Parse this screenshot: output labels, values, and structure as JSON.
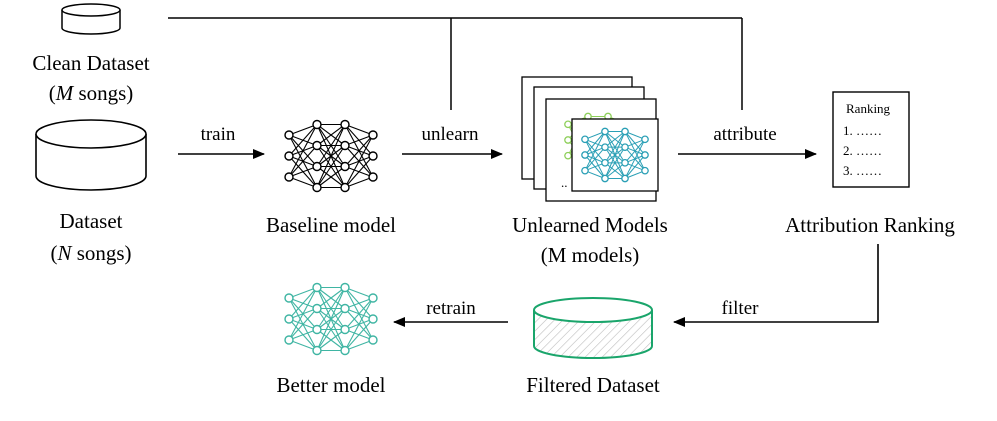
{
  "nodes": {
    "clean_dataset": {
      "title": "Clean Dataset",
      "sub_open": "(",
      "sub_var": "M",
      "sub_rest": " songs)"
    },
    "dataset": {
      "title": "Dataset",
      "sub_open": "(",
      "sub_var": "N",
      "sub_rest": " songs)"
    },
    "baseline_model": {
      "label": "Baseline model"
    },
    "unlearned_models": {
      "label": "Unlearned Models",
      "sub": "(M models)",
      "dots": ".."
    },
    "attribution_ranking": {
      "label": "Attribution Ranking",
      "doc_title": "Ranking",
      "items": [
        "1. ……",
        "2. ……",
        "3. ……"
      ]
    },
    "filtered_dataset": {
      "label": "Filtered Dataset"
    },
    "better_model": {
      "label": "Better model"
    }
  },
  "edges": {
    "train": "train",
    "unlearn": "unlearn",
    "attribute": "attribute",
    "filter": "filter",
    "retrain": "retrain"
  },
  "colors": {
    "black": "#000000",
    "teal": "#2a9fb5",
    "green": "#8ecf5a",
    "filtered_green": "#1aa56b",
    "better_teal": "#3fb5a3"
  }
}
